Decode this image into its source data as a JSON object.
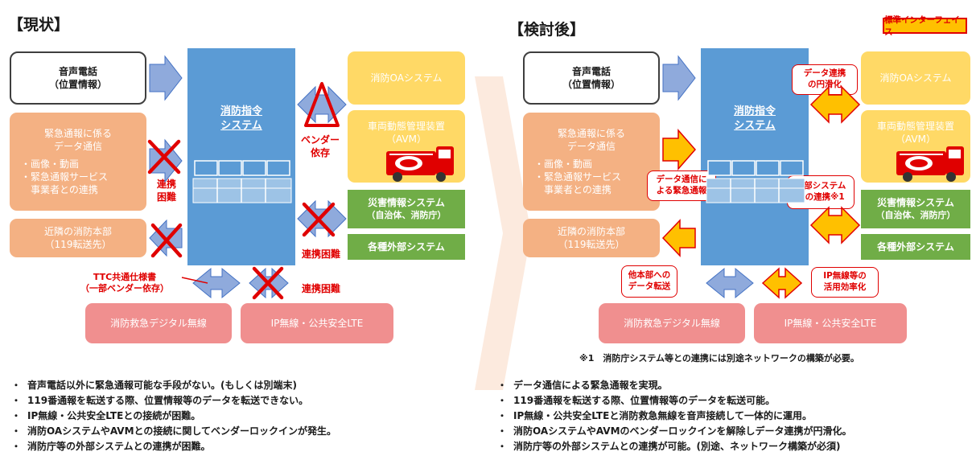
{
  "current": {
    "heading": "【現状】",
    "voice": {
      "line1": "音声電話",
      "line2": "（位置情報）"
    },
    "emergency": {
      "line1": "緊急通報に係る",
      "line2": "データ通信",
      "item1": "・画像・動画",
      "item2": "・緊急通報サービス",
      "item3": "事業者との連携"
    },
    "neighbor": {
      "line1": "近隣の消防本部",
      "line2": "（119転送先）"
    },
    "center": {
      "line1": "消防指令",
      "line2": "システム"
    },
    "oa": "消防OAシステム",
    "avm": {
      "line1": "車両動態管理装置",
      "line2": "（AVM）"
    },
    "disaster": {
      "line1": "災害情報システム",
      "line2": "（自治体、消防庁）"
    },
    "external": "各種外部システム",
    "digital_radio": "消防救急デジタル無線",
    "ip_radio": "IP無線・公共安全LTE",
    "label_vendor": "ベンダー\n依存",
    "label_difficult_left": "連携\n困難",
    "label_difficult_right": "連携困難",
    "label_difficult_bottom": "連携困難",
    "label_ttc": "TTC共通仕様書\n（一部ベンダー依存）",
    "bullets": [
      "音声電話以外に緊急通報可能な手段がない。(もしくは別端末)",
      "119番通報を転送する際、位置情報等のデータを転送できない。",
      "IP無線・公共安全LTEとの接続が困難。",
      "消防OAシステムやAVMとの接続に関してベンダーロックインが発生。",
      "消防庁等の外部システムとの連携が困難。"
    ]
  },
  "after": {
    "heading": "【検討後】",
    "legend": "標準インターフェイス",
    "voice": {
      "line1": "音声電話",
      "line2": "（位置情報）"
    },
    "emergency": {
      "line1": "緊急通報に係る",
      "line2": "データ通信",
      "item1": "・画像・動画",
      "item2": "・緊急通報サービス",
      "item3": "事業者との連携"
    },
    "neighbor": {
      "line1": "近隣の消防本部",
      "line2": "（119転送先）"
    },
    "center": {
      "line1": "消防指令",
      "line2": "システム"
    },
    "oa": "消防OAシステム",
    "avm": {
      "line1": "車両動態管理装置",
      "line2": "（AVM）"
    },
    "disaster": {
      "line1": "災害情報システム",
      "line2": "（自治体、消防庁）"
    },
    "external": "各種外部システム",
    "digital_radio": "消防救急デジタル無線",
    "ip_radio": "IP無線・公共安全LTE",
    "callout_data_link": "データ連携\nの円滑化",
    "callout_data_comm": "データ通信に\nよる緊急通報",
    "callout_external": "外部システム\nとの連携※1",
    "callout_other_hq": "他本部への\nデータ転送",
    "callout_ip": "IP無線等の\n活用効率化",
    "footnote": "※1　消防庁システム等との連携には別途ネットワークの構築が必要。",
    "bullets": [
      "データ通信による緊急通報を実現。",
      "119番通報を転送する際、位置情報等のデータを転送可能。",
      "IP無線・公共安全LTEと消防救急無線を音声接続して一体的に運用。",
      "消防OAシステムやAVMのベンダーロックインを解除しデータ連携が円滑化。",
      "消防庁等の外部システムとの連携が可能。(別途、ネットワーク構築が必須)"
    ]
  },
  "colors": {
    "blue": "#5b9bd5",
    "orange": "#f4b183",
    "yellow": "#ffd966",
    "green": "#70ad47",
    "pink": "#f08f8f",
    "red": "#e00000",
    "std_arrow": "#ffc000"
  }
}
